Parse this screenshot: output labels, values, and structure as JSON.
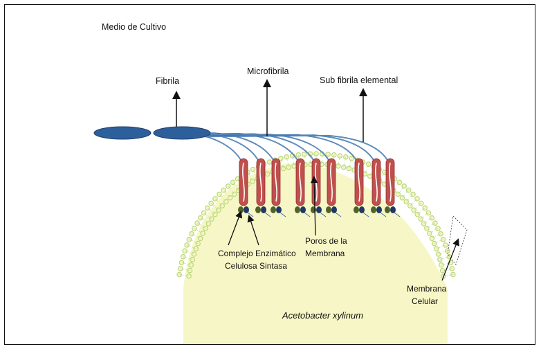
{
  "labels": {
    "medium": "Medio de Cultivo",
    "fibril": "Fibrila",
    "microfibril": "Microfibrila",
    "subfibril": "Sub fibrila elemental",
    "complex_line1": "Complejo Enzimático",
    "complex_line2": "Celulosa Sintasa",
    "pores_line1": "Poros de la",
    "pores_line2": "Membrana",
    "membrane_line1": "Membrana",
    "membrane_line2": "Celular",
    "organism": "Acetobacter xylinum"
  },
  "colors": {
    "cytoplasm": "#f7f6c6",
    "lipid_head": "#b8d87a",
    "fibril_blue": "#2d5f9a",
    "pore_red": "#c0504d",
    "enzyme_green": "#4f6228",
    "enzyme_blue": "#1f3864"
  }
}
